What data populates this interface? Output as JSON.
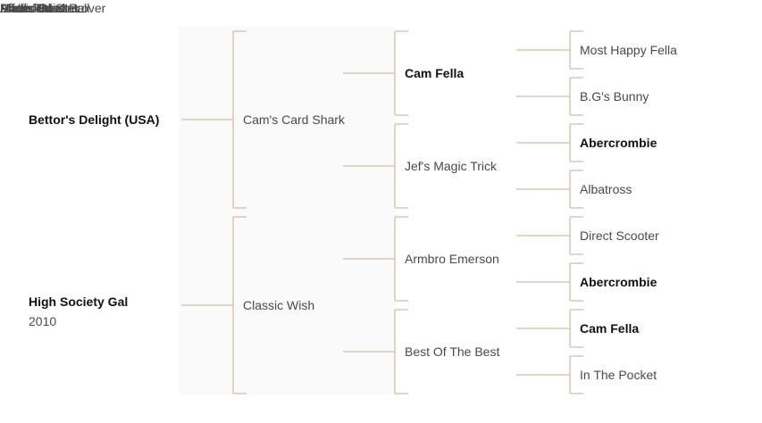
{
  "colors": {
    "line": "#d7c7b4",
    "text": "#4a4a4a",
    "bold_text": "#111111",
    "panel": "#fafafa"
  },
  "pedigree": {
    "sire": {
      "name": "Bettor's Delight (USA)",
      "bold": true,
      "parents": [
        {
          "name": "Cam's Card Shark",
          "bold": false,
          "parents": [
            {
              "name": "Cam Fella",
              "bold": true,
              "parents": [
                {
                  "name": "Most Happy Fella",
                  "bold": false
                }
              ]
            },
            {
              "name": "Jef's Magic Trick",
              "bold": false,
              "parents": [
                {
                  "name": "B.G's Bunny",
                  "bold": false
                }
              ]
            }
          ]
        },
        {
          "name": "Classic Wish",
          "bold": false,
          "parents": [
            {
              "name": "Armbro Emerson",
              "bold": false,
              "parents": [
                {
                  "name": "Abercrombie",
                  "bold": true
                }
              ]
            },
            {
              "name": "Best Of The Best",
              "bold": false,
              "parents": [
                {
                  "name": "Albatross",
                  "bold": false
                }
              ]
            }
          ]
        }
      ]
    },
    "dam": {
      "name": "High Society Gal",
      "year": "2010",
      "bold": true,
      "parents": [
        {
          "name": "Mach Three",
          "bold": false,
          "parents": [
            {
              "name": "Matt's Scooter",
              "bold": false,
              "parents": [
                {
                  "name": "Direct Scooter",
                  "bold": false
                }
              ]
            },
            {
              "name": "All Included",
              "bold": false,
              "parents": [
                {
                  "name": "Abercrombie",
                  "bold": true
                }
              ]
            }
          ]
        },
        {
          "name": "Affairs Of State",
          "bold": false,
          "parents": [
            {
              "name": "Presidential Ball",
              "bold": false,
              "parents": [
                {
                  "name": "Cam Fella",
                  "bold": true
                }
              ]
            },
            {
              "name": "Under Cover Lover",
              "bold": false,
              "parents": [
                {
                  "name": "In The Pocket",
                  "bold": false
                }
              ]
            }
          ]
        }
      ]
    }
  }
}
